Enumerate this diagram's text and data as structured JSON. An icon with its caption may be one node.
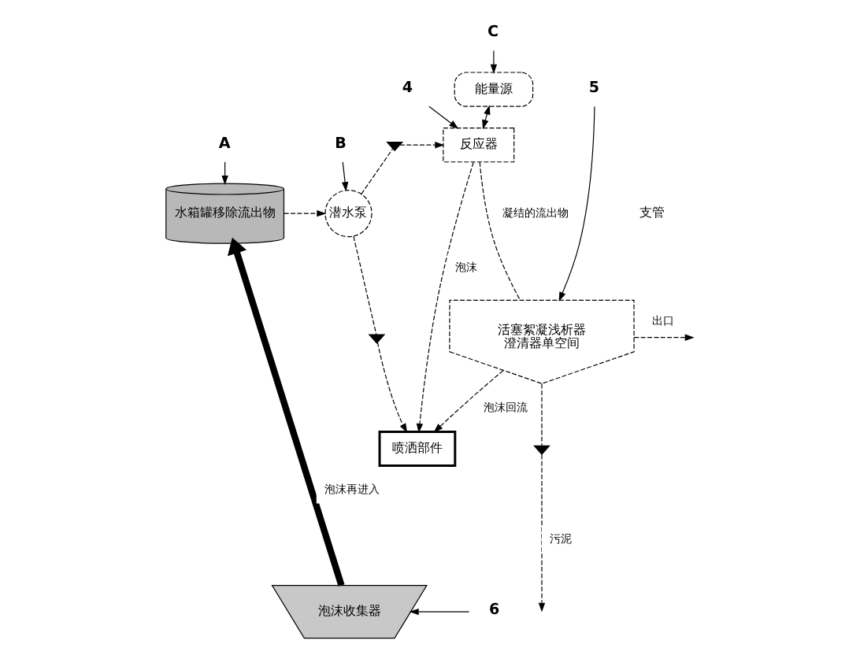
{
  "diagram": {
    "nodes": [
      {
        "text": [
          "C"
        ]
      },
      {
        "text": [
          "能量源"
        ]
      },
      {
        "text": [
          "B"
        ]
      },
      {
        "text": [
          "4"
        ]
      },
      {
        "text": [
          "反应器"
        ]
      },
      {
        "text": [
          "A"
        ]
      },
      {
        "text": [
          "水箱罐移除流出物"
        ]
      },
      {
        "text": [
          "潜水泵"
        ]
      },
      {
        "text": [],
        "shape": "valve"
      },
      {
        "text": [
          "5"
        ]
      },
      {
        "text": [
          "活塞絮凝浅析器澄清器单空间"
        ]
      },
      {
        "text": [],
        "shape": "valve"
      },
      {
        "text": [
          "喷洒部件"
        ]
      },
      {
        "text": [
          "泡沫收集器"
        ]
      },
      {
        "text": [],
        "shape": "valve"
      },
      {
        "text": [
          "6"
        ]
      }
    ],
    "edges": [
      {
        "from": 0,
        "to": 1,
        "arrow": "to"
      },
      {
        "from": 2,
        "to": 7,
        "arrow": "to"
      },
      {
        "from": 3,
        "to": 4,
        "arrow": "to"
      },
      {
        "from": 5,
        "to": 6,
        "arrow": "to"
      },
      {
        "from": 9,
        "to": 10,
        "arrow": "to"
      },
      {
        "from": 15,
        "to": 13,
        "arrow": "to"
      },
      {
        "from": 1,
        "to": 4,
        "arrow": "both"
      },
      {
        "from": 6,
        "to": 7,
        "arrow": "to",
        "style": "dashed"
      },
      {
        "from": 7,
        "to": 8,
        "arrow": "none",
        "style": "dashed"
      },
      {
        "from": 8,
        "to": 4,
        "arrow": "to",
        "style": "dashed"
      },
      {
        "from": 7,
        "to": 11,
        "arrow": "none",
        "style": "dashed"
      },
      {
        "from": 11,
        "to": 12,
        "arrow": "to",
        "style": "dashed"
      },
      {
        "from": 4,
        "to": 12,
        "arrow": "to",
        "style": "dashed",
        "label": "泡沫"
      },
      {
        "from": 4,
        "to": 10,
        "arrow": "none",
        "style": "dashed",
        "label": "凝结的流出物"
      },
      {
        "from": 10,
        "to": 12,
        "arrow": "to",
        "style": "dashed",
        "label": "泡沫回流"
      },
      {
        "from": 13,
        "to": 6,
        "arrow": "to",
        "style": "thick",
        "label": "泡沫再进入"
      },
      {
        "from": 10,
        "to": 14,
        "arrow": "none",
        "style": "dashed"
      },
      {
        "from": 14,
        "to": null,
        "arrow": "to",
        "style": "dashed",
        "label": "污泥"
      },
      {
        "from": 10,
        "to": null,
        "arrow": "to",
        "style": "dashed",
        "label": "出口"
      }
    ],
    "labels": [
      "支管"
    ]
  }
}
